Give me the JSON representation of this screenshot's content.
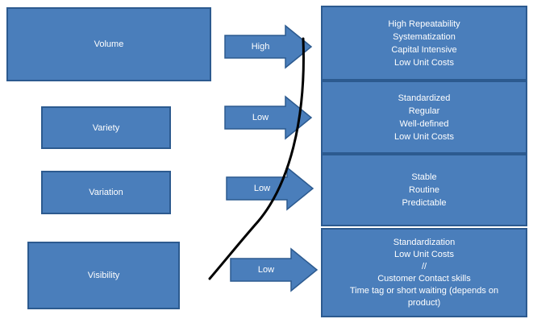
{
  "dimensions": [
    {
      "label": "Volume"
    },
    {
      "label": "Variety"
    },
    {
      "label": "Variation"
    },
    {
      "label": "Visibility"
    }
  ],
  "levels": [
    {
      "label": "High"
    },
    {
      "label": "Low"
    },
    {
      "label": "Low"
    },
    {
      "label": "Low"
    }
  ],
  "outcomes": [
    {
      "lines": [
        "High Repeatability",
        "Systematization",
        "Capital Intensive",
        "Low Unit Costs"
      ]
    },
    {
      "lines": [
        "Standardized",
        "Regular",
        "Well-defined",
        "Low Unit Costs"
      ]
    },
    {
      "lines": [
        "Stable",
        "Routine",
        "Predictable"
      ]
    },
    {
      "lines": [
        "Standardization",
        "Low Unit Costs",
        "//",
        "Customer Contact skills",
        "Time tag or short waiting (depends on",
        "product)"
      ]
    }
  ],
  "colors": {
    "box_fill": "#4a7ebb",
    "box_border": "#2c5a8f",
    "text": "#ffffff",
    "curve": "#000000"
  }
}
